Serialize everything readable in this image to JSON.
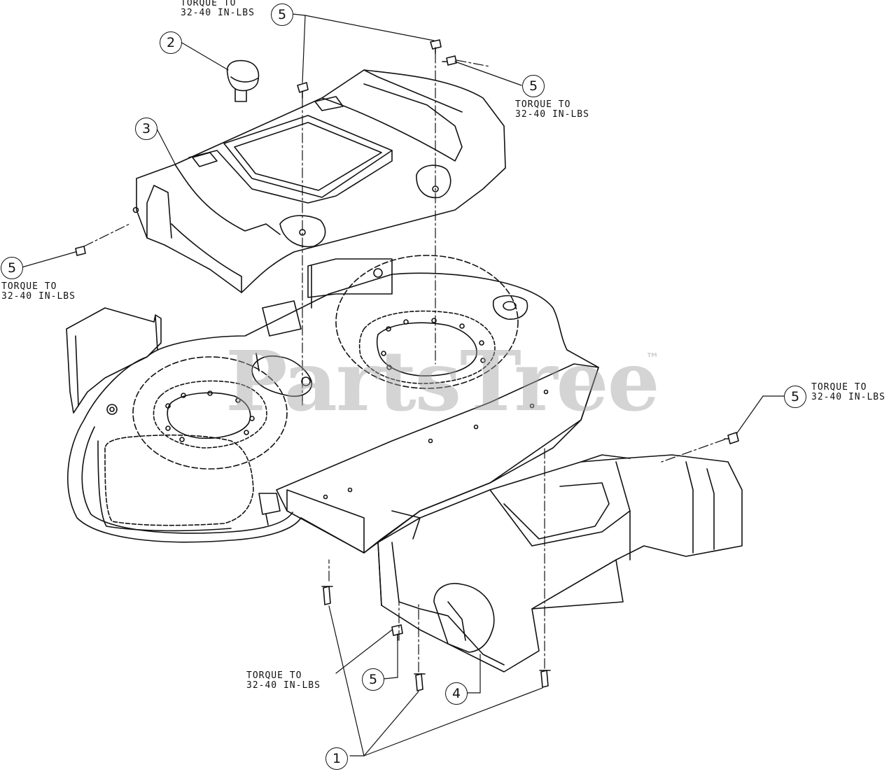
{
  "watermark": {
    "brand": "PartsTree",
    "trademark": "™"
  },
  "callouts": [
    {
      "id": "c5-top",
      "number": "5"
    },
    {
      "id": "c2",
      "number": "2"
    },
    {
      "id": "c5-right-top",
      "number": "5"
    },
    {
      "id": "c3",
      "number": "3"
    },
    {
      "id": "c5-left",
      "number": "5"
    },
    {
      "id": "c5-right",
      "number": "5"
    },
    {
      "id": "c5-bottom",
      "number": "5"
    },
    {
      "id": "c4",
      "number": "4"
    },
    {
      "id": "c1",
      "number": "1"
    }
  ],
  "torque_notes": [
    {
      "line1": "TORQUE TO",
      "line2": "32-40 IN-LBS"
    },
    {
      "line1": "TORQUE TO",
      "line2": "32-40 IN-LBS"
    },
    {
      "line1": "TORQUE TO",
      "line2": "32-40 IN-LBS"
    },
    {
      "line1": "TORQUE TO",
      "line2": "32-40 IN-LBS"
    },
    {
      "line1": "TORQUE TO",
      "line2": "32-40 IN-LBS"
    }
  ],
  "colors": {
    "ink": "#111111",
    "watermark": "#a0a0a0",
    "paper": "#ffffff"
  }
}
